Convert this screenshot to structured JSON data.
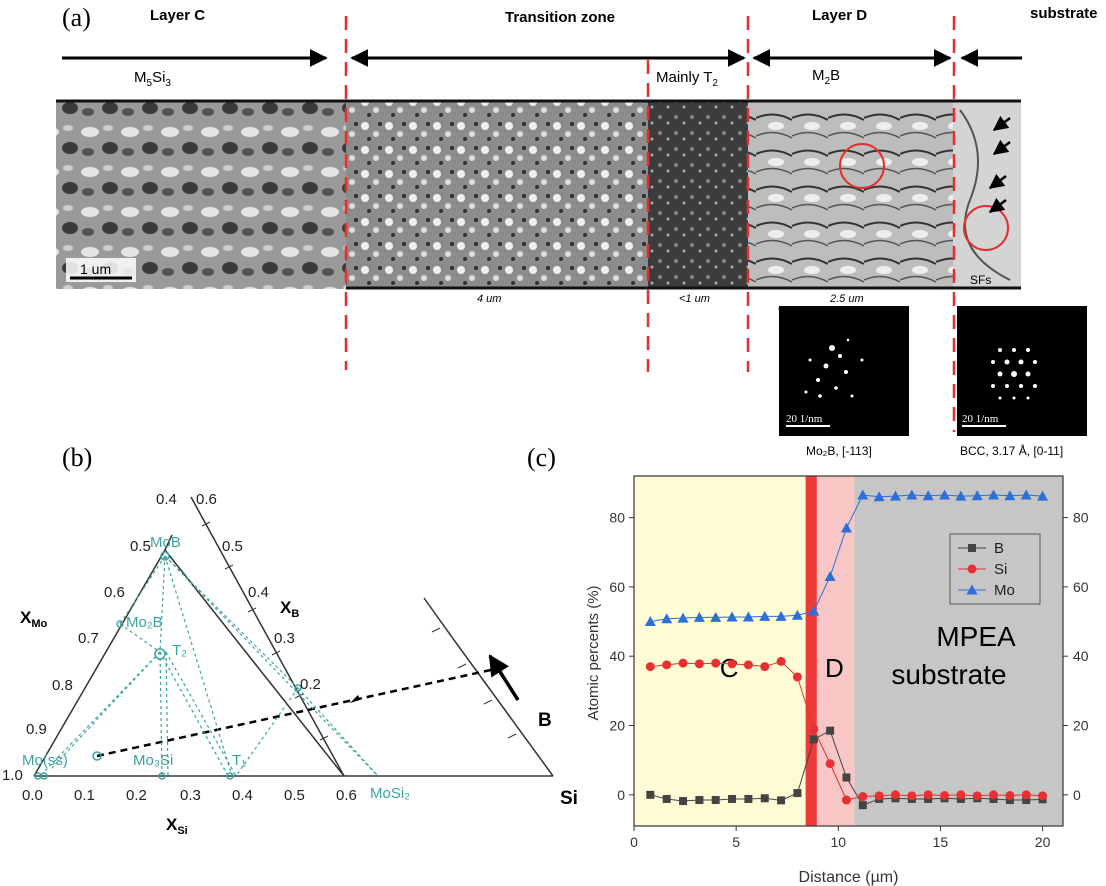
{
  "figure": {
    "panels": {
      "a": {
        "label": "(a)",
        "zones": {
          "layer_c": "Layer C",
          "transition": "Transition zone",
          "layer_d": "Layer D",
          "substrate": "substrate"
        },
        "phases": {
          "c": "M",
          "c_sub": "5",
          "c_rest": "Si",
          "c_sub2": "3",
          "mainly": "Mainly T",
          "mainly_sub": "2",
          "d": "M",
          "d_sub": "2",
          "d_rest": "B"
        },
        "scale_bar": "1 um",
        "sfs": "SFs",
        "widths": {
          "transition": "4 um",
          "mainly": "<1 um",
          "layer_d": "2.5 um"
        },
        "diffraction": {
          "left": {
            "scale": "20 1/nm",
            "caption": "Mo₂B, [-113]"
          },
          "right": {
            "scale": "20 1/nm",
            "caption": "BCC, 3.17 Å, [0-11]"
          }
        }
      },
      "b": {
        "label": "(b)",
        "axis_mo": "X",
        "axis_mo_sub": "Mo",
        "axis_b": "X",
        "axis_b_sub": "B",
        "axis_si": "X",
        "axis_si_sub": "Si",
        "corner_b": "B",
        "corner_si": "Si",
        "bottom_ticks": [
          "0.0",
          "0.1",
          "0.2",
          "0.3",
          "0.4",
          "0.5",
          "0.6"
        ],
        "left_ticks": [
          "1.0",
          "0.9",
          "0.8",
          "0.7",
          "0.6",
          "0.5",
          "0.4"
        ],
        "right_ticks": [
          "0.6",
          "0.5",
          "0.4",
          "0.3",
          "0.2"
        ],
        "phases": {
          "mob": "MoB",
          "mo2b": "Mo₂B",
          "t2": "T₂",
          "moss": "Mo(ss)",
          "mo3si": "Mo₃Si",
          "t1": "T₁",
          "mosi2": "MoSi₂"
        },
        "colors": {
          "phase": "#3aa3a0"
        }
      },
      "c": {
        "label": "(c)",
        "zone_c": "C",
        "zone_d": "D",
        "zone_sub_1": "MPEA",
        "zone_sub_2": "substrate",
        "colors": {
          "zone_c": "#fdfcd4",
          "zone_d": "#f8c6c4",
          "zone_sub": "#c6c6c6",
          "interface": "#f03a3a",
          "B": "#444444",
          "Si": "#e83030",
          "Mo": "#2d6fd9"
        }
      }
    }
  },
  "chart_data": {
    "type": "line",
    "xlabel": "Distance (µm)",
    "ylabel": "Atomic percents (%)",
    "xlim": [
      0,
      21
    ],
    "ylim": [
      -9,
      92
    ],
    "xticks": [
      "0",
      "5",
      "10",
      "15",
      "20"
    ],
    "yticks": [
      "0",
      "20",
      "40",
      "60",
      "80"
    ],
    "y2ticks": [
      "0",
      "20",
      "40",
      "60",
      "80"
    ],
    "legend": "center-right",
    "zones": {
      "c": [
        0,
        8.4
      ],
      "interface": [
        8.4,
        8.95
      ],
      "d": [
        8.95,
        10.8
      ],
      "substrate": [
        10.8,
        21
      ]
    },
    "series": [
      {
        "name": "B",
        "marker": "square",
        "x": [
          0.8,
          1.6,
          2.4,
          3.2,
          4.0,
          4.8,
          5.6,
          6.4,
          7.2,
          8.0,
          8.8,
          9.6,
          10.4,
          11.2,
          12.0,
          12.8,
          13.6,
          14.4,
          15.2,
          16.0,
          16.8,
          17.6,
          18.4,
          19.2,
          20.0
        ],
        "y": [
          0,
          -1.2,
          -1.8,
          -1.5,
          -1.5,
          -1.2,
          -1.2,
          -1.0,
          -1.6,
          0.5,
          16,
          18.5,
          5,
          -3,
          -1.2,
          -1.0,
          -1.2,
          -1.2,
          -1.0,
          -1.2,
          -1.0,
          -1.2,
          -1.5,
          -1.5,
          -1.3
        ]
      },
      {
        "name": "Si",
        "marker": "circle",
        "x": [
          0.8,
          1.6,
          2.4,
          3.2,
          4.0,
          4.8,
          5.6,
          6.4,
          7.2,
          8.0,
          8.8,
          9.6,
          10.4,
          11.2,
          12.0,
          12.8,
          13.6,
          14.4,
          15.2,
          16.0,
          16.8,
          17.6,
          18.4,
          19.2,
          20.0
        ],
        "y": [
          37,
          37.5,
          38,
          37.8,
          38,
          37.8,
          37.5,
          37,
          38.5,
          34,
          19,
          9,
          -1.5,
          -0.5,
          -0.3,
          0,
          -0.3,
          0,
          -0.2,
          0,
          -0.3,
          0,
          -0.2,
          0,
          -0.3
        ]
      },
      {
        "name": "Mo",
        "marker": "triangle",
        "x": [
          0.8,
          1.6,
          2.4,
          3.2,
          4.0,
          4.8,
          5.6,
          6.4,
          7.2,
          8.0,
          8.8,
          9.6,
          10.4,
          11.2,
          12.0,
          12.8,
          13.6,
          14.4,
          15.2,
          16.0,
          16.8,
          17.6,
          18.4,
          19.2,
          20.0
        ],
        "y": [
          50,
          50.8,
          51,
          51.2,
          51.2,
          51.3,
          51.3,
          51.5,
          51.5,
          51.8,
          53,
          63,
          77,
          86.5,
          86,
          86.2,
          86.5,
          86.3,
          86.5,
          86.2,
          86.3,
          86.5,
          86.3,
          86.5,
          86.2
        ]
      }
    ]
  }
}
